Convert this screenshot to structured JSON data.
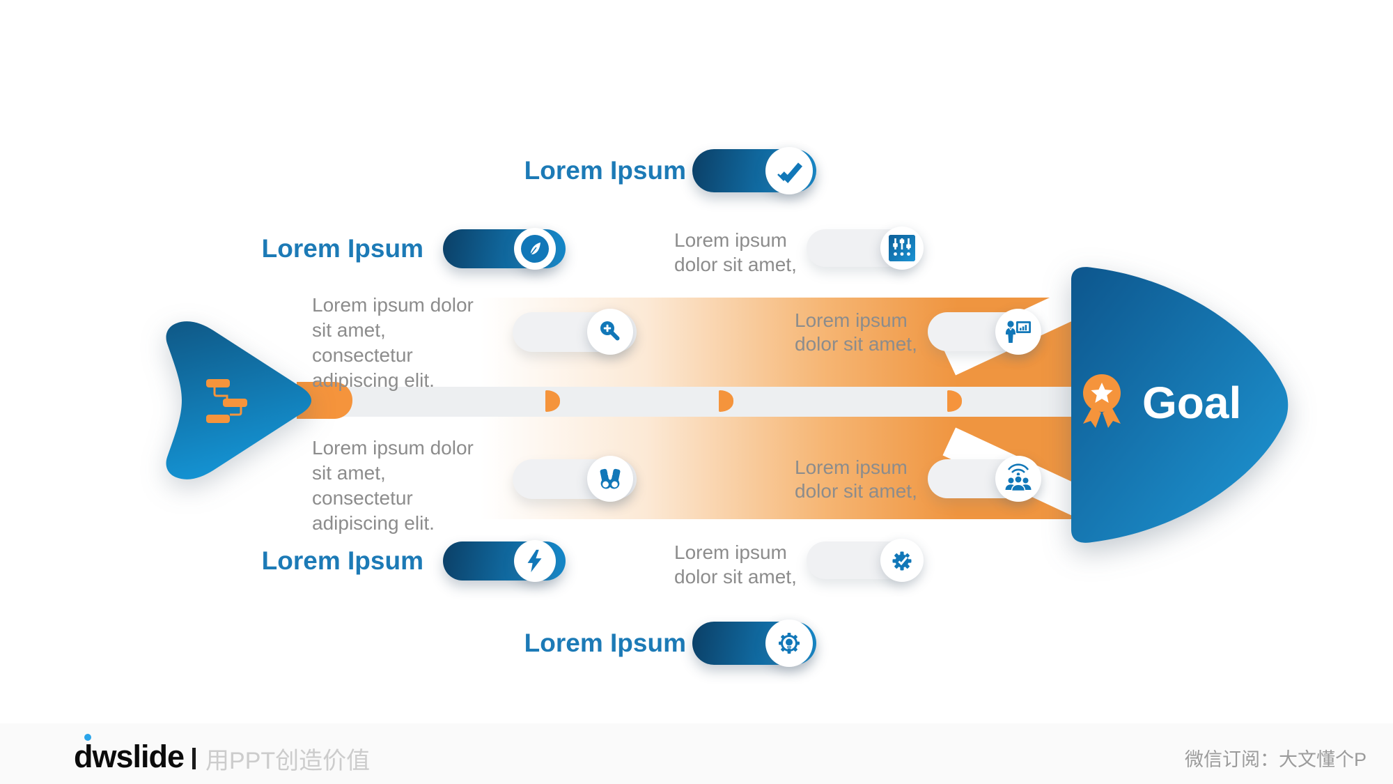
{
  "diagram": {
    "goal": {
      "label": "Goal",
      "icon": "medal-star-icon"
    },
    "headings": {
      "top": "Lorem Ipsum",
      "upper_left": "Lorem Ipsum",
      "lower_left": "Lorem Ipsum",
      "bottom": "Lorem Ipsum"
    },
    "texts": {
      "upper_right": "Lorem ipsum dolor sit amet,",
      "mid_upper_left": "Lorem ipsum dolor sit amet, consectetur adipiscing elit.",
      "mid_upper_right": "Lorem ipsum dolor sit amet,",
      "mid_lower_left": "Lorem ipsum dolor sit amet, consectetur adipiscing elit.",
      "mid_lower_right": "Lorem ipsum dolor sit amet,",
      "lower_right": "Lorem ipsum dolor sit amet,"
    },
    "icons": {
      "top": "double-check-icon",
      "upper_left": "feather-icon",
      "upper_right": "sliders-icon",
      "mid_upper_left": "zoom-in-icon",
      "mid_upper_right": "presentation-icon",
      "mid_lower_left": "binoculars-icon",
      "mid_lower_right": "broadcast-audience-icon",
      "lower_left": "lightning-icon",
      "lower_right": "gear-check-icon",
      "bottom": "gear-bulb-icon",
      "start": "flowchart-icon"
    },
    "colors": {
      "blue_dark": "#0b3f66",
      "blue": "#1486c7",
      "icon_blue": "#1177b8",
      "heading_blue": "#1c7ab6",
      "orange": "#f5943c",
      "band_orange": "#ef9540",
      "pill_gray": "#f0f1f3",
      "text_gray": "#8c8c8c"
    }
  },
  "footer": {
    "logo_text": "dwslide",
    "tagline": "用PPT创造价值",
    "wechat_note": "微信订阅：大文懂个P"
  }
}
